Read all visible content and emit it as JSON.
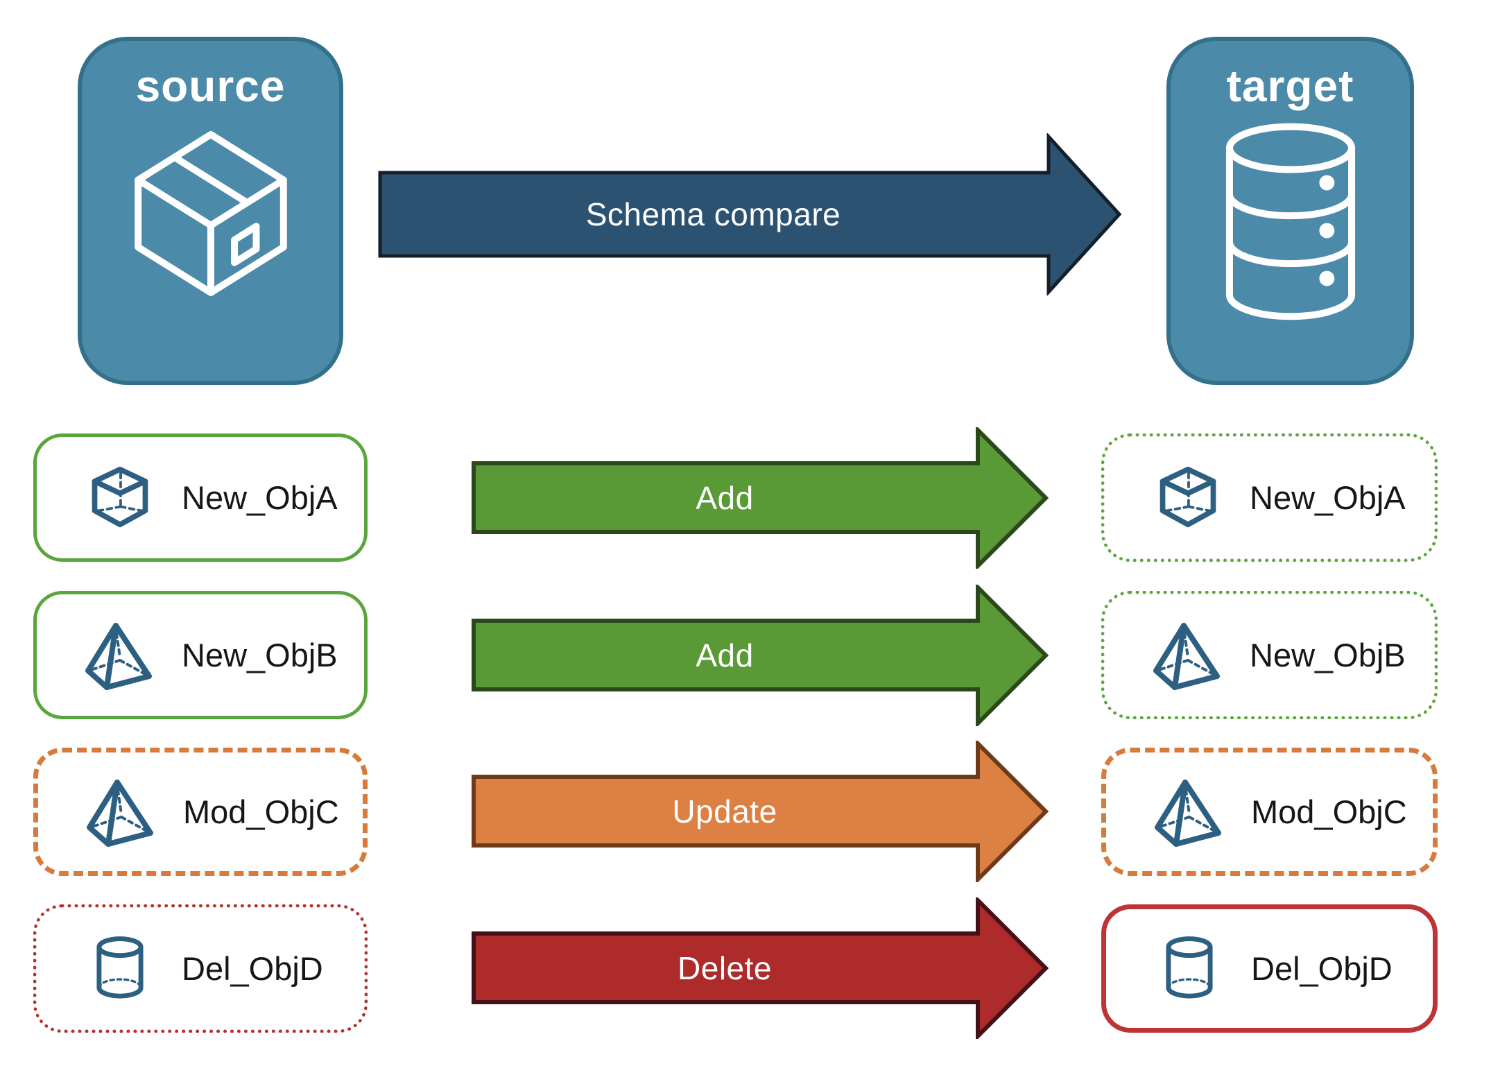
{
  "diagram": {
    "source_panel": {
      "label": "source",
      "icon": "package-box"
    },
    "target_panel": {
      "label": "target",
      "icon": "database"
    },
    "compare_arrow": {
      "label": "Schema compare"
    }
  },
  "rows": [
    {
      "source_label": "New_ObjA",
      "action_label": "Add",
      "target_label": "New_ObjA",
      "icon": "cube",
      "change_type": "added"
    },
    {
      "source_label": "New_ObjB",
      "action_label": "Add",
      "target_label": "New_ObjB",
      "icon": "pyramid",
      "change_type": "added"
    },
    {
      "source_label": "Mod_ObjC",
      "action_label": "Update",
      "target_label": "Mod_ObjC",
      "icon": "pyramid",
      "change_type": "modified"
    },
    {
      "source_label": "Del_ObjD",
      "action_label": "Delete",
      "target_label": "Del_ObjD",
      "icon": "cylinder",
      "change_type": "deleted"
    }
  ],
  "colors": {
    "panel_blue": "#4C8AA9",
    "panel_blue_border": "#33708A",
    "compare_arrow_fill": "#2B5271",
    "compare_arrow_border": "#141F2A",
    "add_green_fill": "#599936",
    "add_green_border": "#2C481A",
    "update_orange_fill": "#DC8143",
    "update_orange_border": "#6E3A1A",
    "delete_red_fill": "#AE2B2B",
    "delete_red_border": "#431118",
    "box_green_border": "#5BA63C",
    "box_orange_border": "#D87A3C",
    "box_red_dotted_border": "#B3302B",
    "box_red_solid_border": "#BD3434",
    "object_icon_blue": "#2C5F81",
    "label_text": "#161616"
  }
}
